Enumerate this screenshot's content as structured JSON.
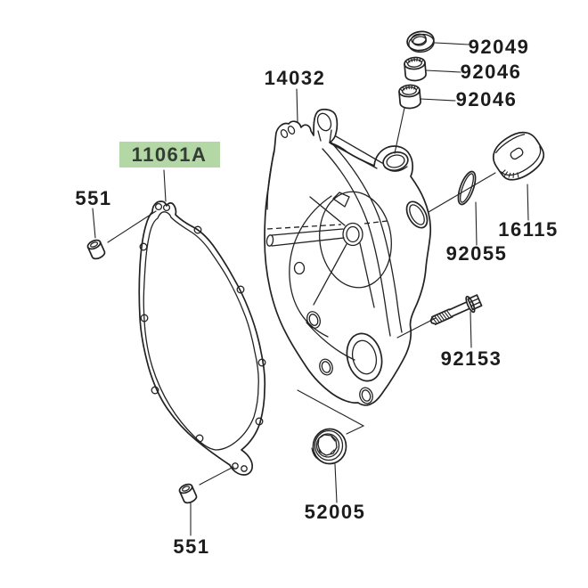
{
  "diagram": {
    "background": "#ffffff",
    "line_color": "#222222",
    "highlight_color": "#b4d8a5",
    "highlight_text_color": "#343d34",
    "label_color": "#1c1c1c",
    "highlighted_part": "11061A",
    "parts": [
      {
        "number": "92049",
        "name": "grease-seal"
      },
      {
        "number": "92046",
        "name": "needle-bearing-upper"
      },
      {
        "number": "92046",
        "name": "needle-bearing-lower"
      },
      {
        "number": "14032",
        "name": "clutch-cover"
      },
      {
        "number": "11061A",
        "name": "clutch-cover-gasket",
        "highlighted": true
      },
      {
        "number": "551",
        "name": "dowel-pin-upper"
      },
      {
        "number": "16115",
        "name": "oil-filler-cap"
      },
      {
        "number": "92055",
        "name": "o-ring"
      },
      {
        "number": "92153",
        "name": "flange-bolt"
      },
      {
        "number": "52005",
        "name": "oil-level-gauge"
      },
      {
        "number": "551",
        "name": "dowel-pin-lower"
      }
    ]
  }
}
